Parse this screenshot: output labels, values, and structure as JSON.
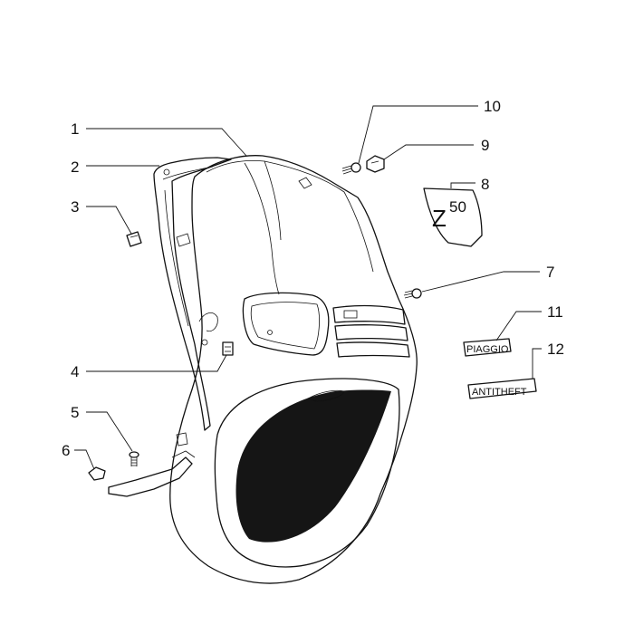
{
  "callouts": [
    {
      "id": "1",
      "label": "1"
    },
    {
      "id": "2",
      "label": "2"
    },
    {
      "id": "3",
      "label": "3"
    },
    {
      "id": "4",
      "label": "4"
    },
    {
      "id": "5",
      "label": "5"
    },
    {
      "id": "6",
      "label": "6"
    },
    {
      "id": "7",
      "label": "7"
    },
    {
      "id": "8",
      "label": "8"
    },
    {
      "id": "9",
      "label": "9"
    },
    {
      "id": "10",
      "label": "10"
    },
    {
      "id": "11",
      "label": "11"
    },
    {
      "id": "12",
      "label": "12"
    }
  ],
  "decals": {
    "z50": {
      "letter": "Z",
      "number": "50"
    },
    "piaggio": "PIAGGIO",
    "antitheft": "ANTITHEFT"
  }
}
